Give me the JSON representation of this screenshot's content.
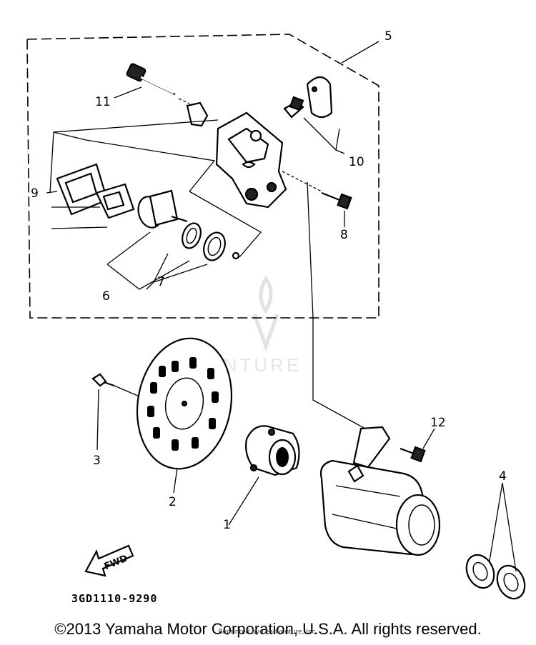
{
  "diagram": {
    "callouts": {
      "c1": "1",
      "c2": "2",
      "c3": "3",
      "c4": "4",
      "c5": "5",
      "c6": "6",
      "c7": "7",
      "c8": "8",
      "c9": "9",
      "c10": "10",
      "c11": "11",
      "c12": "12"
    },
    "fwd_label": "FWD",
    "part_code": "3GD1110-9290",
    "watermark": "VENTURE"
  },
  "footer": {
    "copyright": "©2013 Yamaha Motor Corporation, U.S.A. All rights reserved.",
    "reprint": "Reprinted by Leadventure, Inc."
  }
}
